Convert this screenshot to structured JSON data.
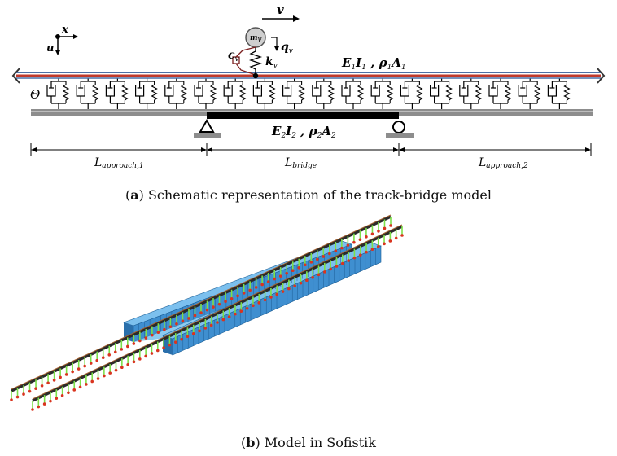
{
  "panel_a": {
    "labels": {
      "velocity": "v",
      "mass": "m",
      "mass_sub": "v",
      "load": "q",
      "load_sub": "v",
      "damper": "c",
      "damper_sub": "v",
      "spring": "k",
      "spring_sub": "v",
      "beam1_E": "E",
      "beam1_E_sub": "1",
      "beam1_I": "I",
      "beam1_I_sub": "1",
      "beam1_rho": "ρ",
      "beam1_rho_sub": "1",
      "beam1_A": "A",
      "beam1_A_sub": "1",
      "beam2_E": "E",
      "beam2_E_sub": "2",
      "beam2_I": "I",
      "beam2_I_sub": "2",
      "beam2_rho": "ρ",
      "beam2_rho_sub": "2",
      "beam2_A": "A",
      "beam2_A_sub": "2",
      "theta": "Θ",
      "axis_x": "x",
      "axis_u": "u",
      "span_left": "L",
      "span_left_sub": "approach,1",
      "span_mid": "L",
      "span_mid_sub": "bridge",
      "span_right": "L",
      "span_right_sub": "approach,2"
    },
    "caption_letter": "a",
    "caption_text": "Schematic representation of the track-bridge model"
  },
  "panel_b": {
    "caption_letter": "b",
    "caption_text": "Model in Sofistik",
    "colors": {
      "deck": "#3f8fd0",
      "deck_edge": "#1d5f96",
      "rail": "#2a2a2a",
      "sleeper": "#7de04a",
      "support": "#d9341f"
    }
  },
  "colors": {
    "rail_red": "#c0392b",
    "rail_blue": "#4a6fa5",
    "foundation": "#8d8d8d",
    "bridge": "#000000",
    "mass": "#cfcfcf",
    "damper": "#7a1e1e"
  }
}
